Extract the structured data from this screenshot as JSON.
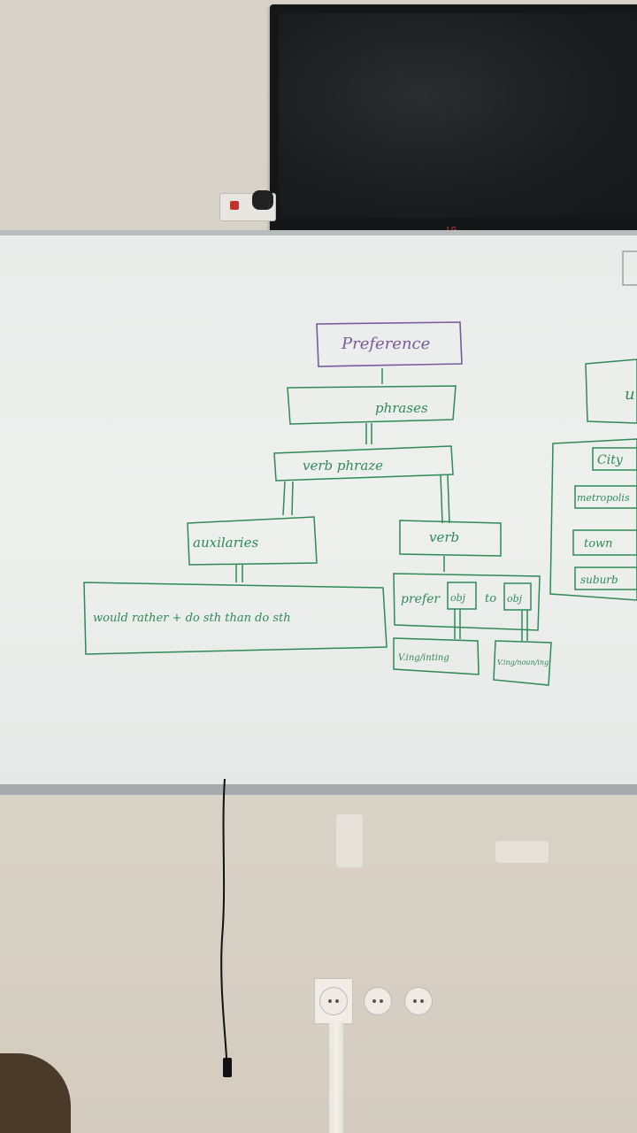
{
  "tv": {
    "brand": "LG"
  },
  "whiteboard": {
    "mindmap": {
      "root": "Preference",
      "level1": "phrases",
      "level2": "verb phraze",
      "left_branch": {
        "label": "auxilaries",
        "example": "would rather + do sth than do sth"
      },
      "right_branch": {
        "label": "verb",
        "pattern": {
          "verb": "prefer",
          "obj1": "obj",
          "connector": "to",
          "obj2": "obj"
        },
        "forms": [
          "V.ing/inting",
          "V.ing/noun/ing"
        ]
      },
      "side_map": {
        "head": "u",
        "items": [
          "City",
          "metropolis",
          "town",
          "suburb"
        ]
      }
    }
  },
  "colors": {
    "marker": "#2f8a55",
    "marker_purple": "#7a5a9a",
    "board": "#eceeed",
    "wall": "#d8d2c8"
  }
}
